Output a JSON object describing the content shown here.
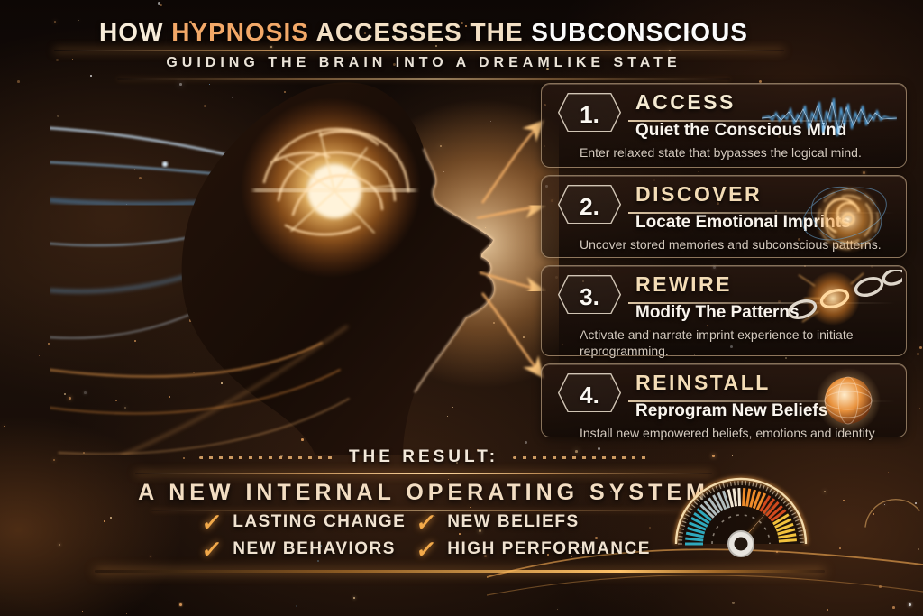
{
  "header": {
    "title_parts": [
      {
        "text": "HOW ",
        "color": "#f7ecd9"
      },
      {
        "text": "HYPNOSIS",
        "color": "#f2a868"
      },
      {
        "text": " ACCESSES THE ",
        "color": "#f2dfc4"
      },
      {
        "text": "SUBCONSCIOUS",
        "color": "#fbfbfb"
      }
    ],
    "subtitle": "GUIDING THE BRAIN INTO A DREAMLIKE STATE"
  },
  "steps": [
    {
      "number": "1.",
      "heading": "ACCESS",
      "subheading": "Quiet the Conscious Mind",
      "description": "Enter relaxed state that bypasses the logical mind.",
      "icon": "audio-waveform-icon"
    },
    {
      "number": "2.",
      "heading": "DISCOVER",
      "subheading": "Locate Emotional Imprints",
      "description": "Uncover stored memories and subconscious patterns.",
      "icon": "spiral-vortex-icon"
    },
    {
      "number": "3.",
      "heading": "REWIRE",
      "subheading": "Modify The Patterns",
      "description": "Activate and narrate imprint experience to initiate reprogramming.",
      "icon": "breaking-chain-icon"
    },
    {
      "number": "4.",
      "heading": "REINSTALL",
      "subheading": "Reprogram New Beliefs",
      "description": "Install new empowered beliefs, emotions and identity",
      "icon": "glowing-globe-icon"
    }
  ],
  "result": {
    "label": "THE RESULT:",
    "headline": "A NEW INTERNAL OPERATING SYSTEM",
    "checklist": [
      "LASTING CHANGE",
      "NEW BELIEFS",
      "NEW BEHAVIORS",
      "HIGH PERFORMANCE"
    ],
    "check_glyph": "✓"
  },
  "illustration": {
    "left_art": "woman-profile-glowing-brain-illustration",
    "gauge": "speedometer-gauge-icon"
  },
  "colors": {
    "accent_orange": "#f5a23c",
    "glow_gold": "#ffd9a0",
    "heading_cream": "#f3dcb6",
    "text_white": "#faf5ee",
    "muted_text": "#d4c9bd",
    "title_orange": "#f2a868",
    "check_gold": "#f2a94a",
    "waveform_blue": "#57b1f2",
    "gauge_teal": "#2fa9bd",
    "gauge_red": "#d14a1e",
    "gauge_yellow": "#f2c23d"
  }
}
